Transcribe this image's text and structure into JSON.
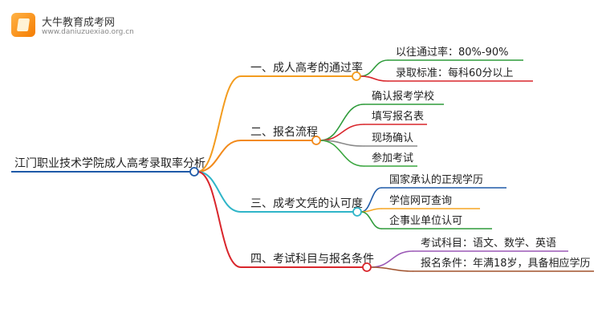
{
  "logo": {
    "title": "大牛教育成考网",
    "url": "www.daniuzuexiao.org.cn"
  },
  "mindmap": {
    "root": {
      "label": "江门职业技术学院成人高考录取率分析",
      "color": "#1e5aa8"
    },
    "branches": [
      {
        "label": "一、成人高考的通过率",
        "color": "#f39c1f",
        "children": [
          {
            "label": "以往通过率：80%-90%",
            "color": "#2e9b3a"
          },
          {
            "label": "录取标准：每科60分以上",
            "color": "#d9262c"
          }
        ]
      },
      {
        "label": "二、报名流程",
        "color": "#f28a1b",
        "children": [
          {
            "label": "确认报考学校",
            "color": "#2e9b3a"
          },
          {
            "label": "填写报名表",
            "color": "#d9262c"
          },
          {
            "label": "现场确认",
            "color": "#8a8a8a"
          },
          {
            "label": "参加考试",
            "color": "#3aa63f"
          }
        ]
      },
      {
        "label": "三、成考文凭的认可度",
        "color": "#2fb5c8",
        "children": [
          {
            "label": "国家承认的正规学历",
            "color": "#1e5aa8"
          },
          {
            "label": "学信网可查询",
            "color": "#f5a623"
          },
          {
            "label": "企事业单位认可",
            "color": "#2e9b3a"
          }
        ]
      },
      {
        "label": "四、考试科目与报名条件",
        "color": "#d9262c",
        "children": [
          {
            "label": "考试科目：语文、数学、英语",
            "color": "#9b59b6"
          },
          {
            "label": "报名条件：年满18岁，具备相应学历",
            "color": "#a0522d"
          }
        ]
      }
    ]
  }
}
